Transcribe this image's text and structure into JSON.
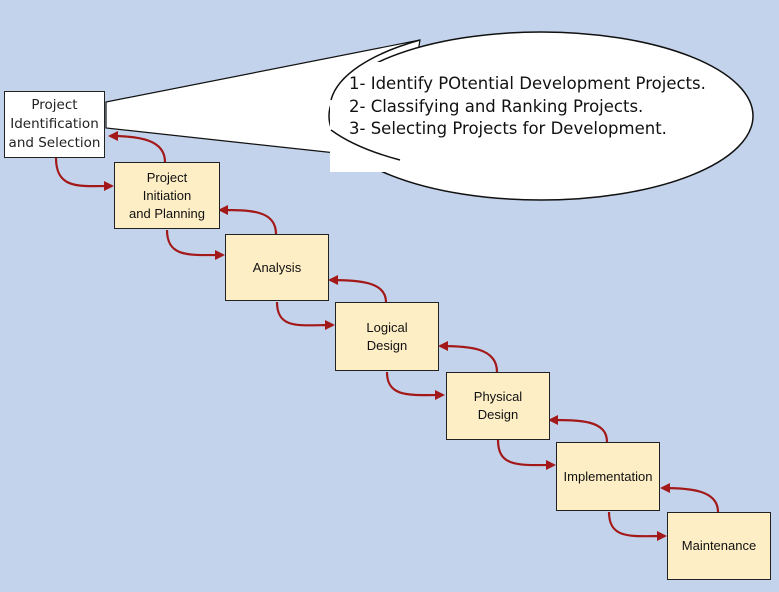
{
  "diagram": {
    "callout": {
      "lines": [
        "1- Identify POtential Development Projects.",
        "2- Classifying and Ranking Projects.",
        "3- Selecting Projects for Development."
      ]
    },
    "phases": [
      {
        "label": "Project\nIdentification\nand Selection"
      },
      {
        "label": "Project\nInitiation\nand Planning"
      },
      {
        "label": "Analysis"
      },
      {
        "label": "Logical\nDesign"
      },
      {
        "label": "Physical\nDesign"
      },
      {
        "label": "Implementation"
      },
      {
        "label": "Maintenance"
      }
    ],
    "colors": {
      "background": "#c3d3eb",
      "phase_box": "#fdeec6",
      "first_box": "#ffffff",
      "arrow": "#a31818"
    }
  }
}
